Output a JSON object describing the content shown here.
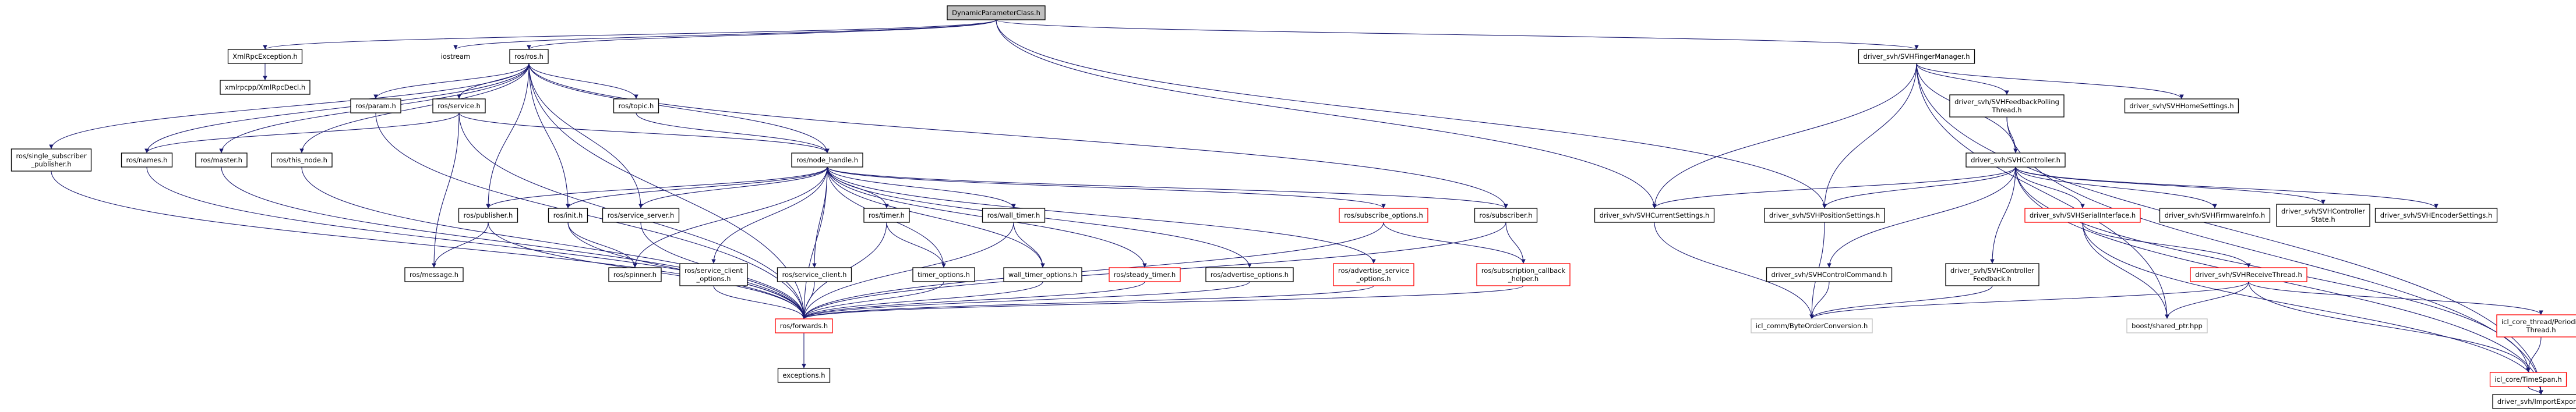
{
  "graph": {
    "title": "DynamicParameterClass.h",
    "nodes": [
      {
        "id": "root",
        "lines": [
          "DynamicParameterClass.h"
        ],
        "style": "root"
      },
      {
        "id": "xmlrpcexc",
        "lines": [
          "XmlRpcException.h"
        ],
        "style": "normal"
      },
      {
        "id": "iostream",
        "lines": [
          "iostream"
        ],
        "style": "plain"
      },
      {
        "id": "rosros",
        "lines": [
          "ros/ros.h"
        ],
        "style": "normal"
      },
      {
        "id": "fingermgr",
        "lines": [
          "driver_svh/SVHFingerManager.h"
        ],
        "style": "normal"
      },
      {
        "id": "xmlrpcdecl",
        "lines": [
          "xmlrpcpp/XmlRpcDecl.h"
        ],
        "style": "normal"
      },
      {
        "id": "singlesub",
        "lines": [
          "ros/single_subscriber",
          "_publisher.h"
        ],
        "style": "normal"
      },
      {
        "id": "names",
        "lines": [
          "ros/names.h"
        ],
        "style": "normal"
      },
      {
        "id": "master",
        "lines": [
          "ros/master.h"
        ],
        "style": "normal"
      },
      {
        "id": "thisnode",
        "lines": [
          "ros/this_node.h"
        ],
        "style": "normal"
      },
      {
        "id": "param",
        "lines": [
          "ros/param.h"
        ],
        "style": "normal"
      },
      {
        "id": "service",
        "lines": [
          "ros/service.h"
        ],
        "style": "normal"
      },
      {
        "id": "topic",
        "lines": [
          "ros/topic.h"
        ],
        "style": "normal"
      },
      {
        "id": "nodehandle",
        "lines": [
          "ros/node_handle.h"
        ],
        "style": "normal"
      },
      {
        "id": "publisher",
        "lines": [
          "ros/publisher.h"
        ],
        "style": "normal"
      },
      {
        "id": "init",
        "lines": [
          "ros/init.h"
        ],
        "style": "normal"
      },
      {
        "id": "servicesrv",
        "lines": [
          "ros/service_server.h"
        ],
        "style": "normal"
      },
      {
        "id": "message",
        "lines": [
          "ros/message.h"
        ],
        "style": "normal"
      },
      {
        "id": "spinner",
        "lines": [
          "ros/spinner.h"
        ],
        "style": "normal"
      },
      {
        "id": "svcclientopt",
        "lines": [
          "ros/service_client",
          "_options.h"
        ],
        "style": "normal"
      },
      {
        "id": "svcclient",
        "lines": [
          "ros/service_client.h"
        ],
        "style": "normal"
      },
      {
        "id": "timer",
        "lines": [
          "ros/timer.h"
        ],
        "style": "normal"
      },
      {
        "id": "timeropt",
        "lines": [
          "timer_options.h"
        ],
        "style": "normal"
      },
      {
        "id": "walltimer",
        "lines": [
          "ros/wall_timer.h"
        ],
        "style": "normal"
      },
      {
        "id": "walltimeropt",
        "lines": [
          "wall_timer_options.h"
        ],
        "style": "normal"
      },
      {
        "id": "steadytimer",
        "lines": [
          "ros/steady_timer.h"
        ],
        "style": "red"
      },
      {
        "id": "advopt",
        "lines": [
          "ros/advertise_options.h"
        ],
        "style": "normal"
      },
      {
        "id": "advsvcopt",
        "lines": [
          "ros/advertise_service",
          "_options.h"
        ],
        "style": "red"
      },
      {
        "id": "subopt",
        "lines": [
          "ros/subscribe_options.h"
        ],
        "style": "red"
      },
      {
        "id": "subscriber",
        "lines": [
          "ros/subscriber.h"
        ],
        "style": "normal"
      },
      {
        "id": "subcb",
        "lines": [
          "ros/subscription_callback",
          "_helper.h"
        ],
        "style": "red"
      },
      {
        "id": "forwards",
        "lines": [
          "ros/forwards.h"
        ],
        "style": "red"
      },
      {
        "id": "exceptions",
        "lines": [
          "exceptions.h"
        ],
        "style": "normal"
      },
      {
        "id": "feedbackpoll",
        "lines": [
          "driver_svh/SVHFeedbackPolling",
          "Thread.h"
        ],
        "style": "normal"
      },
      {
        "id": "homesettings",
        "lines": [
          "driver_svh/SVHHomeSettings.h"
        ],
        "style": "normal"
      },
      {
        "id": "controller",
        "lines": [
          "driver_svh/SVHController.h"
        ],
        "style": "normal"
      },
      {
        "id": "currentsettings",
        "lines": [
          "driver_svh/SVHCurrentSettings.h"
        ],
        "style": "normal"
      },
      {
        "id": "positionsettings",
        "lines": [
          "driver_svh/SVHPositionSettings.h"
        ],
        "style": "normal"
      },
      {
        "id": "serialif",
        "lines": [
          "driver_svh/SVHSerialInterface.h"
        ],
        "style": "red"
      },
      {
        "id": "firmware",
        "lines": [
          "driver_svh/SVHFirmwareInfo.h"
        ],
        "style": "normal"
      },
      {
        "id": "ctrlstate",
        "lines": [
          "driver_svh/SVHController",
          "State.h"
        ],
        "style": "normal"
      },
      {
        "id": "encoder",
        "lines": [
          "driver_svh/SVHEncoderSettings.h"
        ],
        "style": "normal"
      },
      {
        "id": "controlcmd",
        "lines": [
          "driver_svh/SVHControlCommand.h"
        ],
        "style": "normal"
      },
      {
        "id": "ctrlfeedback",
        "lines": [
          "driver_svh/SVHController",
          "Feedback.h"
        ],
        "style": "normal"
      },
      {
        "id": "receivethread",
        "lines": [
          "driver_svh/SVHReceiveThread.h"
        ],
        "style": "red"
      },
      {
        "id": "bytecvt",
        "lines": [
          "icl_comm/ByteOrderConversion.h"
        ],
        "style": "grey"
      },
      {
        "id": "sharedptr",
        "lines": [
          "boost/shared_ptr.hpp"
        ],
        "style": "grey"
      },
      {
        "id": "periodic",
        "lines": [
          "icl_core_thread/Periodic",
          "Thread.h"
        ],
        "style": "red"
      },
      {
        "id": "timespan",
        "lines": [
          "icl_core/TimeSpan.h"
        ],
        "style": "red"
      },
      {
        "id": "importexport",
        "lines": [
          "driver_svh/ImportExport.h"
        ],
        "style": "normal"
      }
    ],
    "edges": [
      [
        "root",
        "xmlrpcexc"
      ],
      [
        "root",
        "iostream"
      ],
      [
        "root",
        "rosros"
      ],
      [
        "root",
        "fingermgr"
      ],
      [
        "root",
        "currentsettings"
      ],
      [
        "root",
        "positionsettings"
      ],
      [
        "xmlrpcexc",
        "xmlrpcdecl"
      ],
      [
        "rosros",
        "singlesub"
      ],
      [
        "rosros",
        "names"
      ],
      [
        "rosros",
        "master"
      ],
      [
        "rosros",
        "thisnode"
      ],
      [
        "rosros",
        "param"
      ],
      [
        "rosros",
        "service"
      ],
      [
        "rosros",
        "topic"
      ],
      [
        "rosros",
        "nodehandle"
      ],
      [
        "rosros",
        "publisher"
      ],
      [
        "rosros",
        "init"
      ],
      [
        "rosros",
        "servicesrv"
      ],
      [
        "rosros",
        "subscriber"
      ],
      [
        "rosros",
        "forwards"
      ],
      [
        "singlesub",
        "forwards"
      ],
      [
        "names",
        "forwards"
      ],
      [
        "master",
        "forwards"
      ],
      [
        "thisnode",
        "forwards"
      ],
      [
        "param",
        "forwards"
      ],
      [
        "service",
        "names"
      ],
      [
        "service",
        "nodehandle"
      ],
      [
        "service",
        "message"
      ],
      [
        "service",
        "forwards"
      ],
      [
        "topic",
        "nodehandle"
      ],
      [
        "nodehandle",
        "publisher"
      ],
      [
        "nodehandle",
        "init"
      ],
      [
        "nodehandle",
        "servicesrv"
      ],
      [
        "nodehandle",
        "spinner"
      ],
      [
        "nodehandle",
        "svcclientopt"
      ],
      [
        "nodehandle",
        "svcclient"
      ],
      [
        "nodehandle",
        "timer"
      ],
      [
        "nodehandle",
        "timeropt"
      ],
      [
        "nodehandle",
        "walltimer"
      ],
      [
        "nodehandle",
        "walltimeropt"
      ],
      [
        "nodehandle",
        "steadytimer"
      ],
      [
        "nodehandle",
        "advopt"
      ],
      [
        "nodehandle",
        "advsvcopt"
      ],
      [
        "nodehandle",
        "subopt"
      ],
      [
        "nodehandle",
        "subscriber"
      ],
      [
        "nodehandle",
        "forwards"
      ],
      [
        "publisher",
        "message"
      ],
      [
        "publisher",
        "forwards"
      ],
      [
        "init",
        "spinner"
      ],
      [
        "init",
        "forwards"
      ],
      [
        "servicesrv",
        "forwards"
      ],
      [
        "svcclientopt",
        "forwards"
      ],
      [
        "svcclient",
        "forwards"
      ],
      [
        "timer",
        "timeropt"
      ],
      [
        "timer",
        "forwards"
      ],
      [
        "timeropt",
        "forwards"
      ],
      [
        "walltimer",
        "walltimeropt"
      ],
      [
        "walltimer",
        "forwards"
      ],
      [
        "walltimeropt",
        "forwards"
      ],
      [
        "steadytimer",
        "forwards"
      ],
      [
        "advopt",
        "forwards"
      ],
      [
        "advsvcopt",
        "forwards"
      ],
      [
        "subopt",
        "subcb"
      ],
      [
        "subopt",
        "forwards"
      ],
      [
        "subscriber",
        "subcb"
      ],
      [
        "subscriber",
        "forwards"
      ],
      [
        "subcb",
        "forwards"
      ],
      [
        "forwards",
        "exceptions"
      ],
      [
        "fingermgr",
        "feedbackpoll"
      ],
      [
        "fingermgr",
        "homesettings"
      ],
      [
        "fingermgr",
        "controller"
      ],
      [
        "fingermgr",
        "currentsettings"
      ],
      [
        "fingermgr",
        "positionsettings"
      ],
      [
        "fingermgr",
        "sharedptr"
      ],
      [
        "fingermgr",
        "importexport"
      ],
      [
        "feedbackpoll",
        "controller"
      ],
      [
        "feedbackpoll",
        "importexport"
      ],
      [
        "controller",
        "currentsettings"
      ],
      [
        "controller",
        "positionsettings"
      ],
      [
        "controller",
        "serialif"
      ],
      [
        "controller",
        "firmware"
      ],
      [
        "controller",
        "ctrlstate"
      ],
      [
        "controller",
        "encoder"
      ],
      [
        "controller",
        "controlcmd"
      ],
      [
        "controller",
        "ctrlfeedback"
      ],
      [
        "controller",
        "importexport"
      ],
      [
        "controller",
        "timespan"
      ],
      [
        "currentsettings",
        "bytecvt"
      ],
      [
        "positionsettings",
        "bytecvt"
      ],
      [
        "controlcmd",
        "bytecvt"
      ],
      [
        "ctrlfeedback",
        "bytecvt"
      ],
      [
        "serialif",
        "receivethread"
      ],
      [
        "serialif",
        "sharedptr"
      ],
      [
        "serialif",
        "importexport"
      ],
      [
        "receivethread",
        "bytecvt"
      ],
      [
        "receivethread",
        "sharedptr"
      ],
      [
        "receivethread",
        "periodic"
      ],
      [
        "receivethread",
        "timespan"
      ],
      [
        "periodic",
        "timespan"
      ],
      [
        "timespan",
        "importexport"
      ]
    ]
  }
}
